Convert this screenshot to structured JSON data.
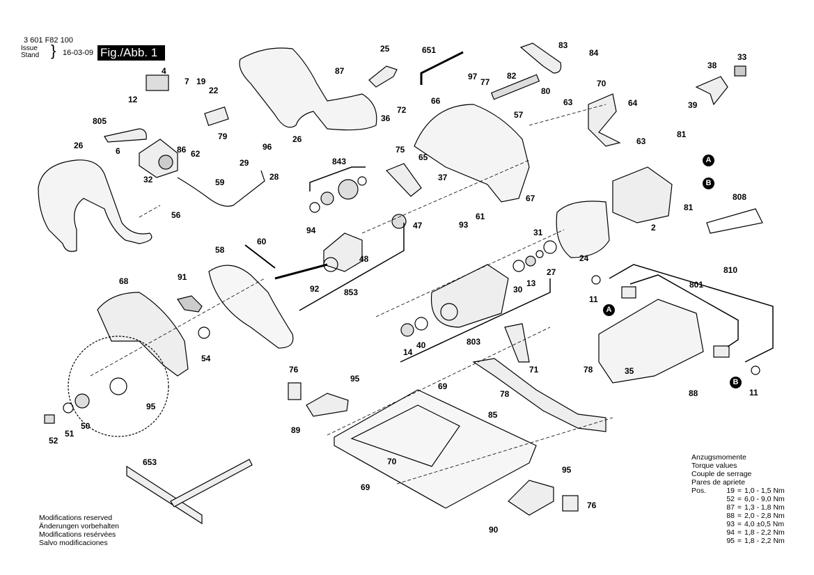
{
  "header": {
    "part_number": "3 601 F82 100",
    "issue_label": "Issue",
    "stand_label": "Stand",
    "date": "16-03-09",
    "figure": "Fig./Abb. 1"
  },
  "notes": {
    "modifications": [
      "Modifications reserved",
      "Änderungen vorbehalten",
      "Modifications resérvées",
      "Salvo modificaciones"
    ]
  },
  "torque": {
    "titles": [
      "Anzugsmomente",
      "Torque values",
      "Couple de serrage",
      "Pares de apriete"
    ],
    "pos_label": "Pos.",
    "rows": [
      {
        "pos": "19",
        "value": "1,0 - 1,5 Nm"
      },
      {
        "pos": "52",
        "value": "6,0 - 9,0 Nm"
      },
      {
        "pos": "87",
        "value": "1,3 - 1,8 Nm"
      },
      {
        "pos": "88",
        "value": "2,0 - 2,8 Nm"
      },
      {
        "pos": "93",
        "value": "4,0 ±0,5 Nm"
      },
      {
        "pos": "94",
        "value": "1,8 - 2,2 Nm"
      },
      {
        "pos": "95",
        "value": "1,8 - 2,2 Nm"
      }
    ]
  },
  "connector_marks": {
    "a": "A",
    "b": "B"
  },
  "part_labels": [
    "4",
    "7",
    "19",
    "22",
    "12",
    "805",
    "6",
    "79",
    "86",
    "62",
    "96",
    "29",
    "28",
    "32",
    "59",
    "56",
    "26",
    "26",
    "87",
    "25",
    "651",
    "72",
    "36",
    "66",
    "97",
    "77",
    "82",
    "80",
    "83",
    "84",
    "57",
    "70",
    "63",
    "64",
    "63",
    "38",
    "33",
    "39",
    "81",
    "81",
    "2",
    "808",
    "843",
    "75",
    "65",
    "37",
    "67",
    "93",
    "61",
    "47",
    "94",
    "48",
    "60",
    "58",
    "92",
    "853",
    "31",
    "27",
    "24",
    "30",
    "13",
    "803",
    "14",
    "40",
    "810",
    "801",
    "11",
    "11",
    "35",
    "88",
    "78",
    "78",
    "71",
    "91",
    "68",
    "54",
    "95",
    "52",
    "51",
    "50",
    "76",
    "95",
    "89",
    "69",
    "85",
    "70",
    "69",
    "95",
    "76",
    "90",
    "653"
  ]
}
